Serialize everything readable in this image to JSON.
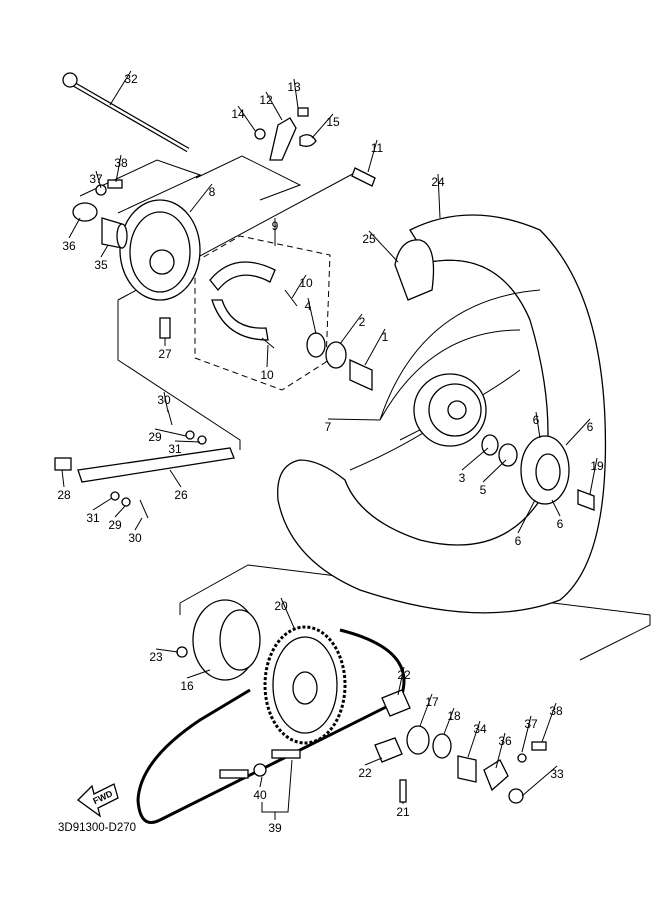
{
  "diagram": {
    "code": "3D91300-D270",
    "fwd_label": "FWD",
    "callouts": [
      "32",
      "13",
      "12",
      "14",
      "15",
      "11",
      "38",
      "37",
      "8",
      "24",
      "9",
      "36",
      "35",
      "25",
      "10",
      "4",
      "2",
      "1",
      "27",
      "10",
      "30",
      "29",
      "31",
      "7",
      "6",
      "6",
      "3",
      "5",
      "19",
      "28",
      "26",
      "31",
      "29",
      "30",
      "6",
      "6",
      "20",
      "23",
      "16",
      "22",
      "17",
      "18",
      "34",
      "37",
      "38",
      "36",
      "33",
      "22",
      "21",
      "40",
      "39"
    ]
  }
}
